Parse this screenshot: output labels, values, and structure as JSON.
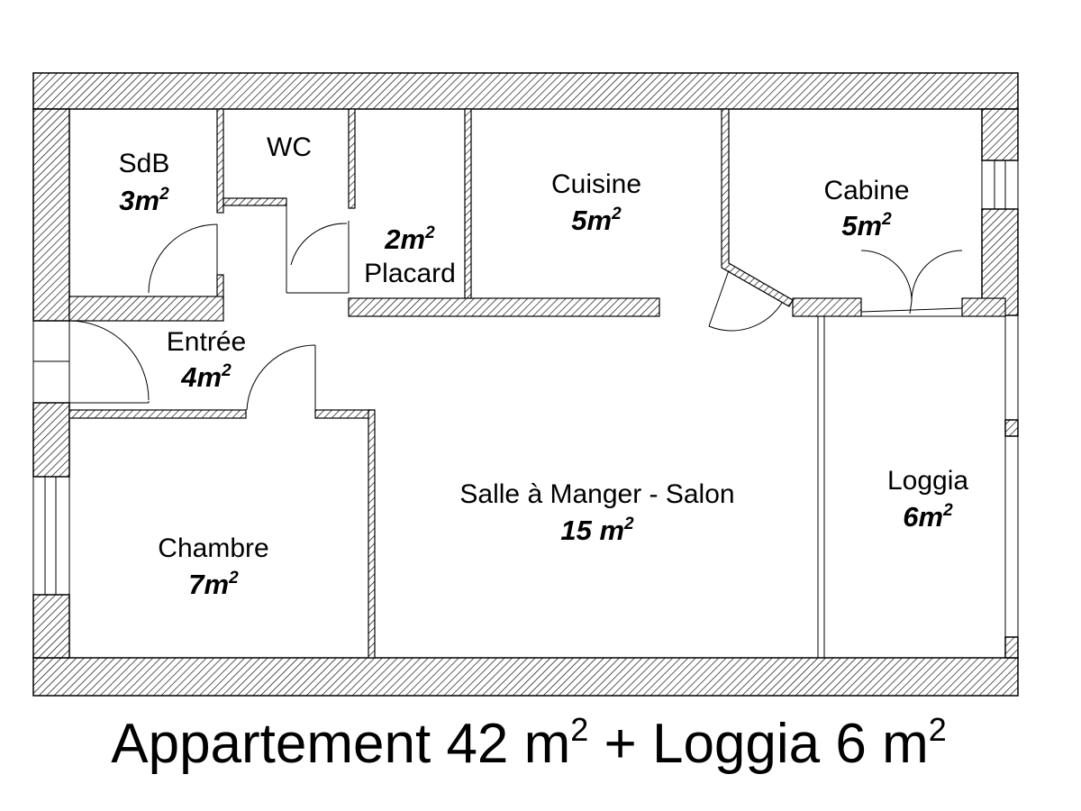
{
  "rooms": {
    "sdb": {
      "name": "SdB",
      "area": "3m",
      "sup": "2"
    },
    "wc": {
      "name": "WC"
    },
    "placard": {
      "name": "Placard",
      "area": "2m",
      "sup": "2"
    },
    "cuisine": {
      "name": "Cuisine",
      "area": "5m",
      "sup": "2"
    },
    "cabine": {
      "name": "Cabine",
      "area": "5m",
      "sup": "2"
    },
    "entree": {
      "name": "Entrée",
      "area": "4m",
      "sup": "2"
    },
    "salon": {
      "name": "Salle à Manger - Salon",
      "area": "15 m",
      "sup": "2"
    },
    "loggia": {
      "name": "Loggia",
      "area": "6m",
      "sup": "2"
    },
    "chambre": {
      "name": "Chambre",
      "area": "7m",
      "sup": "2"
    }
  },
  "caption": {
    "part1": "Appartement 42 m",
    "sup1": "2",
    "part2": " + Loggia 6 m",
    "sup2": "2"
  }
}
